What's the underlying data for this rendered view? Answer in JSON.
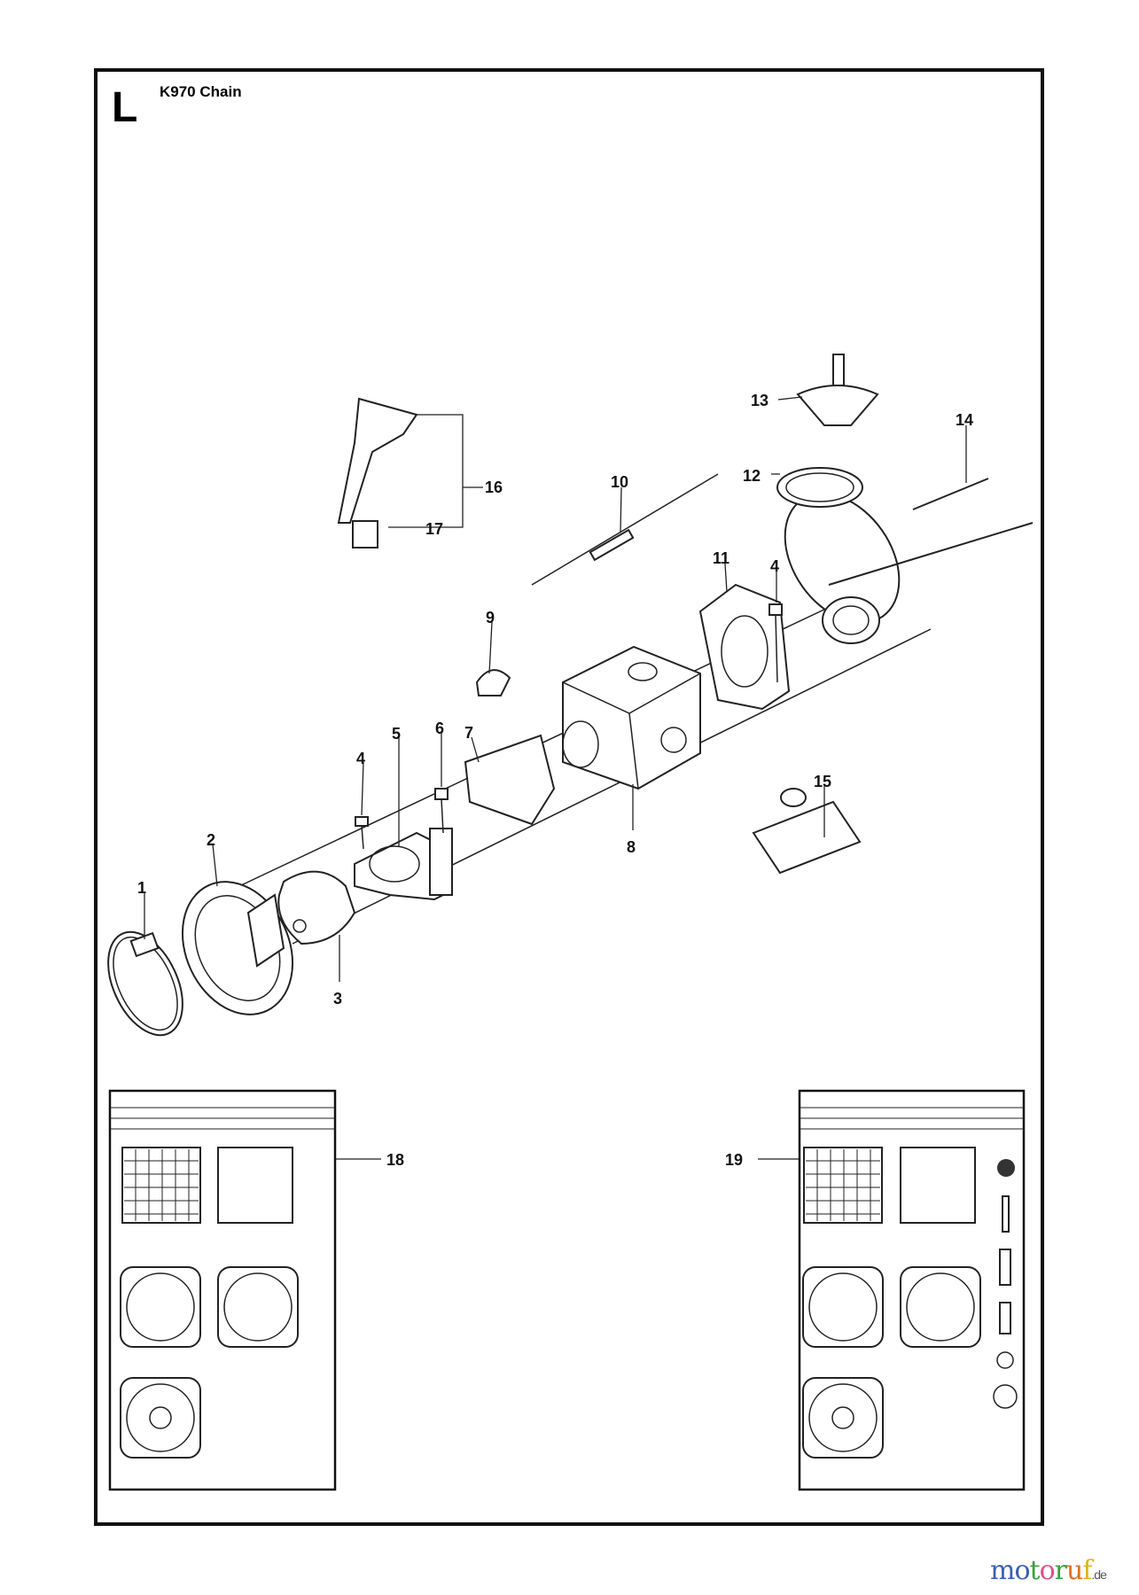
{
  "section_letter": "L",
  "title": "K970 Chain",
  "callouts": [
    {
      "id": "1",
      "label": "1"
    },
    {
      "id": "2",
      "label": "2"
    },
    {
      "id": "3",
      "label": "3"
    },
    {
      "id": "4a",
      "label": "4"
    },
    {
      "id": "5",
      "label": "5"
    },
    {
      "id": "6",
      "label": "6"
    },
    {
      "id": "7",
      "label": "7"
    },
    {
      "id": "8",
      "label": "8"
    },
    {
      "id": "9",
      "label": "9"
    },
    {
      "id": "10",
      "label": "10"
    },
    {
      "id": "11",
      "label": "11"
    },
    {
      "id": "4b",
      "label": "4"
    },
    {
      "id": "12",
      "label": "12"
    },
    {
      "id": "13",
      "label": "13"
    },
    {
      "id": "14",
      "label": "14"
    },
    {
      "id": "15",
      "label": "15"
    },
    {
      "id": "16",
      "label": "16"
    },
    {
      "id": "17",
      "label": "17"
    },
    {
      "id": "18",
      "label": "18"
    },
    {
      "id": "19",
      "label": "19"
    }
  ],
  "watermark": {
    "letters": [
      "m",
      "o",
      "t",
      "o",
      "r",
      "u",
      "f"
    ],
    "suffix": ".de",
    "colors": [
      "#3a5fb0",
      "#3a5fb0",
      "#3aa040",
      "#e0508a",
      "#3aa040",
      "#e07020",
      "#e0b020"
    ]
  }
}
